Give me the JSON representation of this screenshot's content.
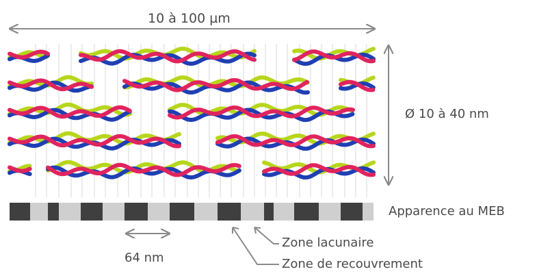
{
  "labels": {
    "length": "10 à 100 µm",
    "diameter": "Ø 10 à 40 nm",
    "meb": "Apparence au MEB",
    "period": "64 nm",
    "gap_zone": "Zone lacunaire",
    "overlap_zone": "Zone de recouvrement"
  },
  "colors": {
    "helix_red": "#e0245e",
    "helix_blue": "#1f3fb3",
    "helix_yellow": "#b7d61c",
    "band_dark": "#3f3f3f",
    "band_light": "#cfcfcf",
    "arrow": "#8a8a8a",
    "text": "#4a4a4a"
  }
}
